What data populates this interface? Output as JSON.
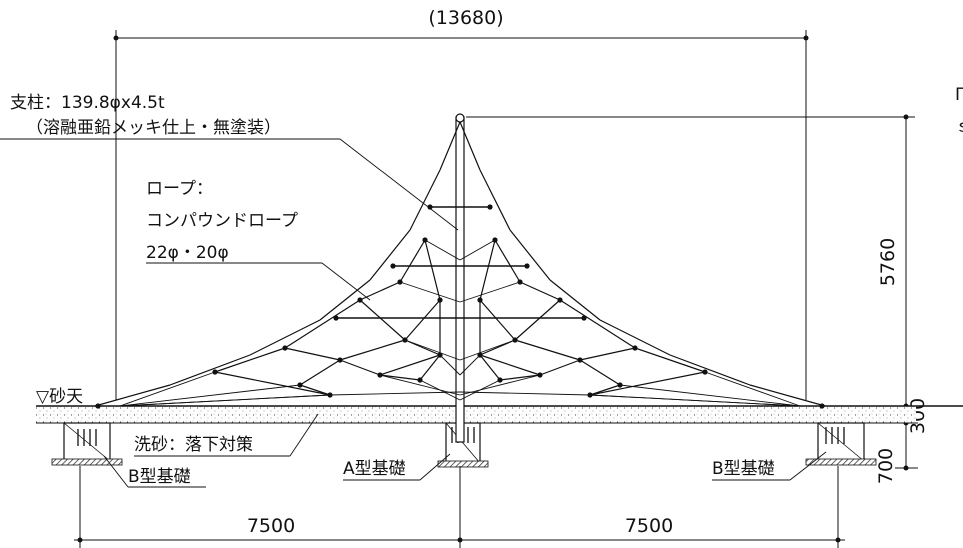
{
  "dimensions": {
    "overall_width": "(13680)",
    "height_above_ground": "5760",
    "sand_depth": "300",
    "foundation_depth": "700",
    "left_span": "7500",
    "right_span": "7500"
  },
  "notes": {
    "pole_line1": "支柱：139.8φx4.5t",
    "pole_line2": "（溶融亜鉛メッキ仕上・無塗装）",
    "rope_line1": "ロープ：",
    "rope_line2": "コンパウンドロープ",
    "rope_line3": "22φ・20φ",
    "sand_top": "▽砂天",
    "sand_purpose": "洗砂：落下対策",
    "foundation_b_left": "B型基礎",
    "foundation_a": "A型基礎",
    "foundation_b_right": "B型基礎",
    "cut_char_top": "Γ",
    "cut_char_bottom": "ｓ"
  }
}
